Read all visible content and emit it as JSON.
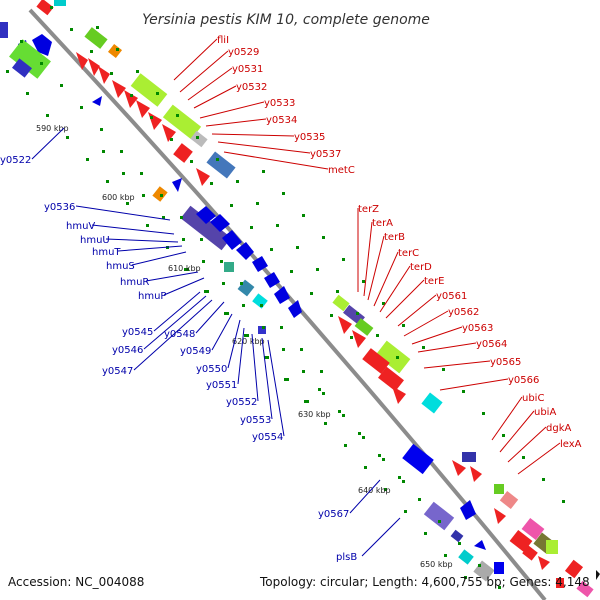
{
  "title": "Yersinia pestis KIM 10, complete genome",
  "footer": {
    "accession": "Accession: NC_004088",
    "topology": "Topology: circular; Length: 4,600,755 bp; Genes: 4,148"
  },
  "kbp_ticks": [
    "590 kbp",
    "600 kbp",
    "610 kbp",
    "620 kbp",
    "630 kbp",
    "640 kbp",
    "650 kbp"
  ],
  "labels_forward": [
    "fliI",
    "y0529",
    "y0531",
    "y0532",
    "y0533",
    "y0534",
    "y0535",
    "y0537",
    "metC",
    "terZ",
    "terA",
    "terB",
    "terC",
    "terD",
    "terE",
    "y0561",
    "y0562",
    "y0563",
    "y0564",
    "y0565",
    "y0566",
    "ubiC",
    "ubiA",
    "dgkA",
    "lexA"
  ],
  "labels_reverse": [
    "y0522",
    "y0536",
    "hmuV",
    "hmuU",
    "hmuT",
    "hmuS",
    "hmuR",
    "hmuP",
    "y0545",
    "y0546",
    "y0547",
    "y0548",
    "y0549",
    "y0550",
    "y0551",
    "y0552",
    "y0553",
    "y0554",
    "y0567",
    "plsB"
  ],
  "colors": {
    "forward_label": "#cc0000",
    "reverse_label": "#0000aa",
    "backbone": "#8c8c8c",
    "tick": "#008800"
  }
}
